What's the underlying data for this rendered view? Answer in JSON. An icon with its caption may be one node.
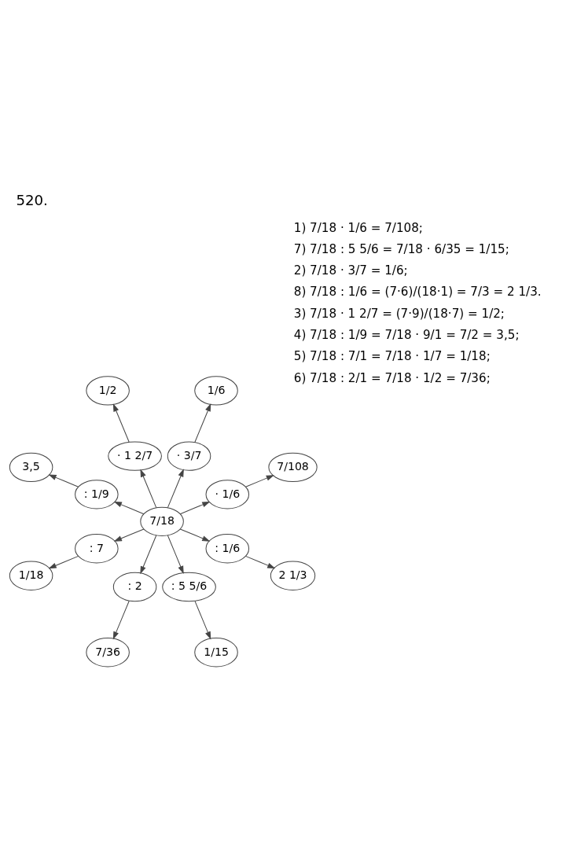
{
  "diagram": {
    "title": "520.",
    "nodes": [
      {
        "text": [
          "7/18"
        ]
      },
      {
        "text": [
          "· 1/6"
        ]
      },
      {
        "text": [
          "· 3/7"
        ]
      },
      {
        "text": [
          "· 1 2/7"
        ]
      },
      {
        "text": [
          ": 1/9"
        ]
      },
      {
        "text": [
          ": 7"
        ]
      },
      {
        "text": [
          ": 2"
        ]
      },
      {
        "text": [
          ": 5 5/6"
        ]
      },
      {
        "text": [
          ": 1/6"
        ]
      },
      {
        "text": [
          "7/108"
        ]
      },
      {
        "text": [
          "1/6"
        ]
      },
      {
        "text": [
          "1/2"
        ]
      },
      {
        "text": [
          "3,5"
        ]
      },
      {
        "text": [
          "1/18"
        ]
      },
      {
        "text": [
          "7/36"
        ]
      },
      {
        "text": [
          "1/15"
        ]
      },
      {
        "text": [
          "2 1/3"
        ]
      }
    ],
    "edges": [
      {
        "from": 0,
        "to": 1,
        "arrow": "to"
      },
      {
        "from": 0,
        "to": 2,
        "arrow": "to"
      },
      {
        "from": 0,
        "to": 3,
        "arrow": "to"
      },
      {
        "from": 0,
        "to": 4,
        "arrow": "to"
      },
      {
        "from": 0,
        "to": 5,
        "arrow": "to"
      },
      {
        "from": 0,
        "to": 6,
        "arrow": "to"
      },
      {
        "from": 0,
        "to": 7,
        "arrow": "to"
      },
      {
        "from": 0,
        "to": 8,
        "arrow": "to"
      },
      {
        "from": 1,
        "to": 9,
        "arrow": "to"
      },
      {
        "from": 2,
        "to": 10,
        "arrow": "to"
      },
      {
        "from": 3,
        "to": 11,
        "arrow": "to"
      },
      {
        "from": 4,
        "to": 12,
        "arrow": "to"
      },
      {
        "from": 5,
        "to": 13,
        "arrow": "to"
      },
      {
        "from": 6,
        "to": 14,
        "arrow": "to"
      },
      {
        "from": 7,
        "to": 15,
        "arrow": "to"
      },
      {
        "from": 8,
        "to": 16,
        "arrow": "to"
      }
    ],
    "labels": [
      "1) 7/18 · 1/6 = 7/108;",
      "7) 7/18 : 5 5/6 = 7/18 · 6/35 = 1/15;",
      "2) 7/18 · 3/7 = 1/6;",
      "8) 7/18 : 1/6 = (7·6)/(18·1) = 7/3 = 2 1/3.",
      "3) 7/18 · 1 2/7 = (7·9)/(18·7) = 1/2;",
      "4) 7/18 : 1/9 = 7/18 · 9/1 = 7/2 = 3,5;",
      "5) 7/18 : 7/1 = 7/18 · 1/7 = 1/18;",
      "6) 7/18 : 2/1 = 7/18 · 1/2 = 7/36;"
    ]
  }
}
